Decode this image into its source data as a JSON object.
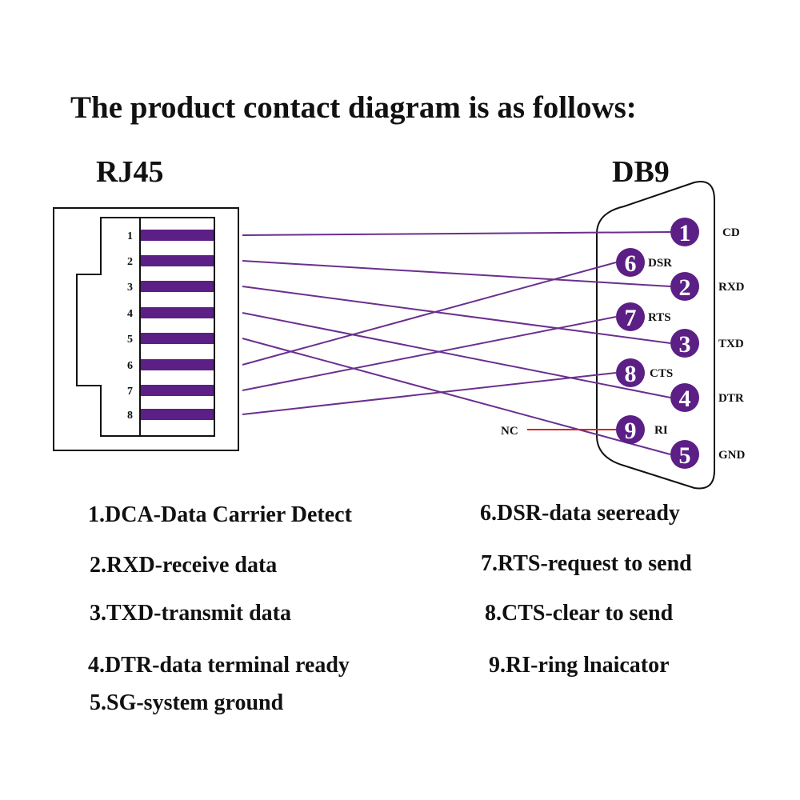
{
  "title": "The product contact diagram is as follows:",
  "rj45": {
    "label": "RJ45",
    "pins": [
      "1",
      "2",
      "3",
      "4",
      "5",
      "6",
      "7",
      "8"
    ]
  },
  "db9": {
    "label": "DB9",
    "pins": [
      {
        "num": "1",
        "signal": "CD"
      },
      {
        "num": "2",
        "signal": "RXD"
      },
      {
        "num": "3",
        "signal": "TXD"
      },
      {
        "num": "4",
        "signal": "DTR"
      },
      {
        "num": "5",
        "signal": "GND"
      },
      {
        "num": "6",
        "signal": "DSR"
      },
      {
        "num": "7",
        "signal": "RTS"
      },
      {
        "num": "8",
        "signal": "CTS"
      },
      {
        "num": "9",
        "signal": "RI"
      }
    ]
  },
  "nc_label": "NC",
  "connections": [
    {
      "rj45": "1",
      "db9": "1"
    },
    {
      "rj45": "2",
      "db9": "2"
    },
    {
      "rj45": "3",
      "db9": "3"
    },
    {
      "rj45": "4",
      "db9": "4"
    },
    {
      "rj45": "5",
      "db9": "5"
    },
    {
      "rj45": "6",
      "db9": "6"
    },
    {
      "rj45": "7",
      "db9": "7"
    },
    {
      "rj45": "8",
      "db9": "8"
    },
    {
      "rj45": "NC",
      "db9": "9"
    }
  ],
  "legend": {
    "left": [
      "1.DCA-Data Carrier Detect",
      "2.RXD-receive data",
      "3.TXD-transmit data",
      "4.DTR-data terminal ready",
      "5.SG-system ground"
    ],
    "right": [
      "6.DSR-data seeready",
      "7.RTS-request to send",
      "8.CTS-clear to send",
      "9.RI-ring lnaicator"
    ]
  },
  "colors": {
    "wire": "#6a2f8e",
    "pin": "#5b1f86",
    "nc_wire": "#d9231f",
    "outline": "#111111"
  }
}
